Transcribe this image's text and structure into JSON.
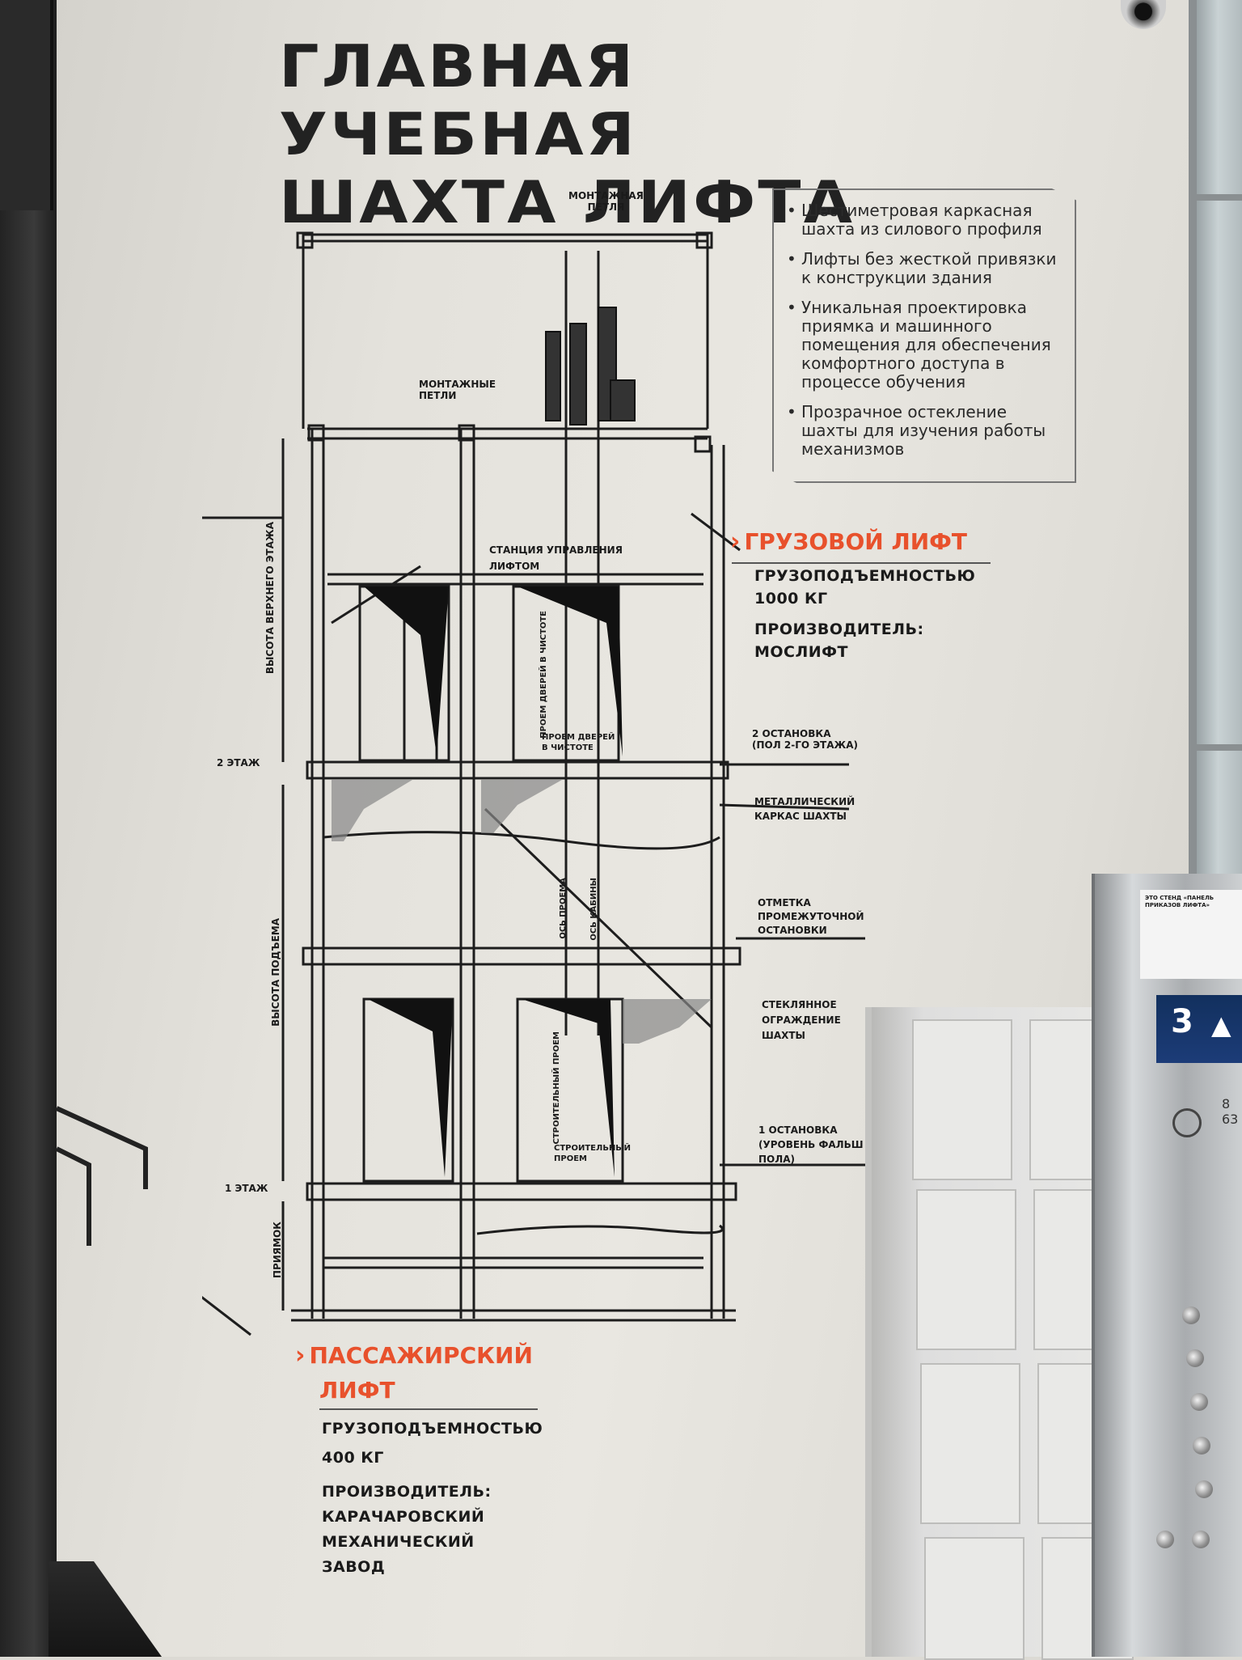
{
  "title": {
    "line1": "ГЛАВНАЯ УЧЕБНАЯ",
    "line2": "ШАХТА ЛИФТА"
  },
  "features": [
    "Шестиметровая каркасная шахта из силового профиля",
    "Лифты без жесткой привязки к конструкции здания",
    "Уникальная проектировка приямка и машинного помещения для обеспечения комфортного доступа в процессе обучения",
    "Прозрачное остекление шахты для изучения работы механизмов"
  ],
  "freight_lift": {
    "name": "ГРУЗОВОЙ ЛИФТ",
    "capacity_label": "ГРУЗОПОДЪЕМНОСТЬЮ",
    "capacity_value": "1000 КГ",
    "maker_label": "ПРОИЗВОДИТЕЛЬ:",
    "maker": "МОСЛИФТ"
  },
  "passenger_lift": {
    "name_line1": "ПАССАЖИРСКИЙ",
    "name_line2": "ЛИФТ",
    "capacity_label": "ГРУЗОПОДЪЕМНОСТЬЮ",
    "capacity_value": "400 КГ",
    "maker_label": "ПРОИЗВОДИТЕЛЬ:",
    "maker_line1": "КАРАЧАРОВСКИЙ",
    "maker_line2": "МЕХАНИЧЕСКИЙ",
    "maker_line3": "ЗАВОД"
  },
  "diagram_labels": {
    "mount_loop_l1": "МОНТАЖНАЯ",
    "mount_loop_l2": "ПЕТЛЯ",
    "mount_loops_l1": "МОНТАЖНЫЕ",
    "mount_loops_l2": "ПЕТЛИ",
    "control_l1": "СТАНЦИЯ УПРАВЛЕНИЯ",
    "control_l2": "ЛИФТОМ",
    "top_floor_height": "ВЫСОТА ВЕРХНЕГО ЭТАЖА",
    "door_clear_vert": "ПРОЕМ ДВЕРЕЙ В ЧИСТОТЕ",
    "door_clear_l1": "ПРОЕМ ДВЕРЕЙ",
    "door_clear_l2": "В ЧИСТОТЕ",
    "stop2_l1": "2 ОСТАНОВКА",
    "stop2_l2": "(ПОЛ 2-ГО ЭТАЖА)",
    "floor2": "2 ЭТАЖ",
    "frame_l1": "МЕТАЛЛИЧЕСКИЙ",
    "frame_l2": "КАРКАС ШАХТЫ",
    "axis_opening": "ОСЬ ПРОЕМА",
    "axis_cabin": "ОСЬ КАБИНЫ",
    "mid_l1": "ОТМЕТКА",
    "mid_l2": "ПРОМЕЖУТОЧНОЙ",
    "mid_l3": "ОСТАНОВКИ",
    "lift_height": "ВЫСОТА ПОДЪЕМА",
    "glass_l1": "СТЕКЛЯННОЕ",
    "glass_l2": "ОГРАЖДЕНИЕ",
    "glass_l3": "ШАХТЫ",
    "build_open_vert": "СТРОИТЕЛЬНЫЙ ПРОЕМ",
    "build_open_l1": "СТРОИТЕЛЬНЫЙ",
    "build_open_l2": "ПРОЕМ",
    "stop1_l1": "1 ОСТАНОВКА",
    "stop1_l2": "(УРОВЕНЬ ФАЛЬШ",
    "stop1_l3": "ПОЛА)",
    "floor1": "1 ЭТАЖ",
    "pit": "ПРИЯМОК"
  },
  "elevator_panel": {
    "sign_title": "ЭТО СТЕНД «ПАНЕЛЬ ПРИКАЗОВ ЛИФТА»",
    "floor_number": "3",
    "arrow": "▲",
    "capacity_persons": "8",
    "capacity_kg": "63"
  }
}
